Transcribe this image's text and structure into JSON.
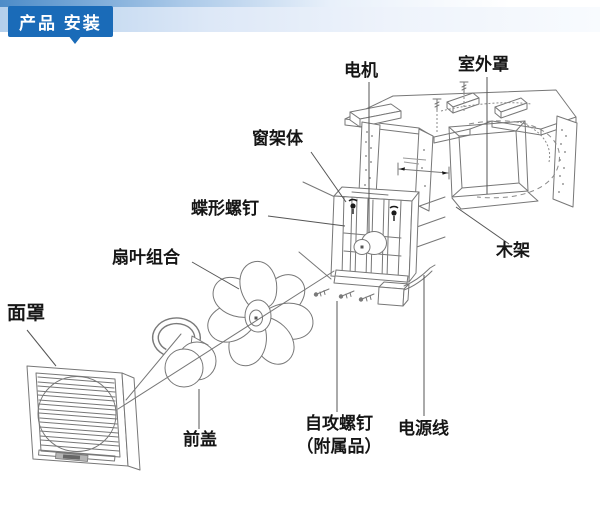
{
  "header": {
    "badge_label": "产品 安装",
    "badge_color": "#1a6bb8",
    "badge_text_color": "#ffffff"
  },
  "labels": {
    "motor": "电机",
    "outdoor_cover": "室外罩",
    "window_frame_body": "窗架体",
    "butterfly_screw": "蝶形螺钉",
    "fan_blade_assembly": "扇叶组合",
    "face_cover": "面罩",
    "front_cover": "前盖",
    "self_tapping_screw_line1": "自攻螺钉",
    "self_tapping_screw_line2": "（附属品）",
    "power_cord": "电源线",
    "wood_frame": "木架"
  }
}
